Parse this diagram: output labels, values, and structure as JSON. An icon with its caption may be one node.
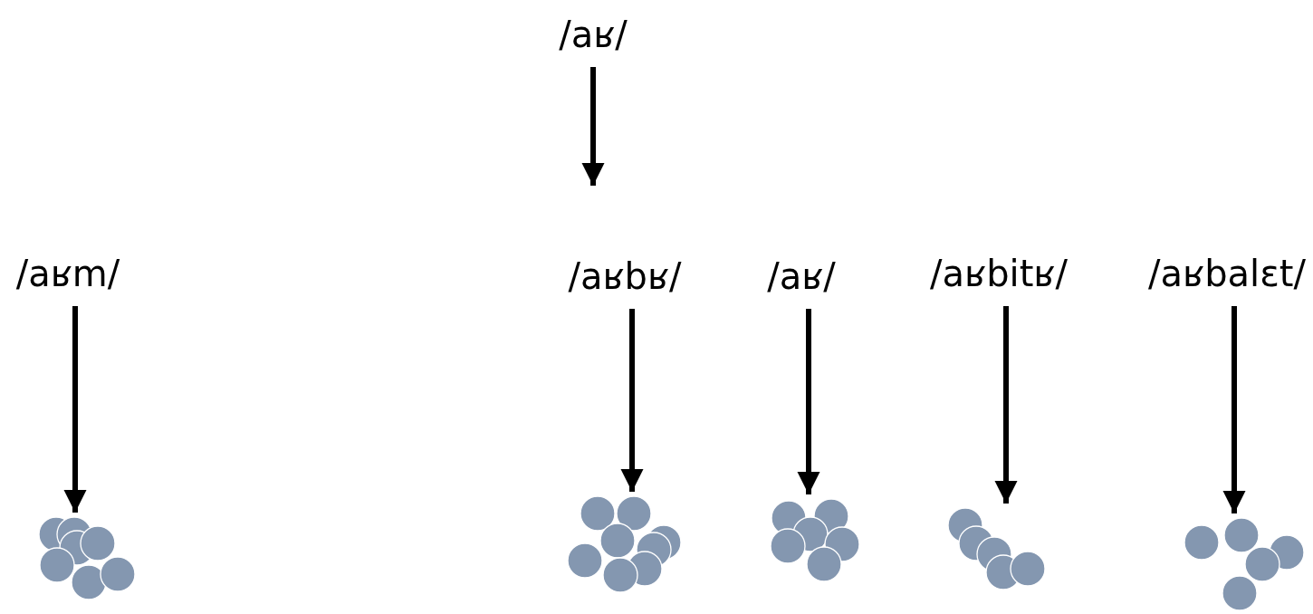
{
  "diagram": {
    "nodes": [
      {
        "text": [
          "/aʁ/"
        ]
      },
      {
        "text": [
          "/aʁm/"
        ]
      },
      {
        "text": [
          "/aʁbʁ/"
        ]
      },
      {
        "text": [
          "/aʁ/"
        ]
      },
      {
        "text": [
          "/aʁbitʁ/"
        ]
      },
      {
        "text": [
          "/aʁbalɛt/"
        ]
      },
      {
        "text": [],
        "shape": "circle"
      },
      {
        "text": [],
        "shape": "circle"
      },
      {
        "text": [],
        "shape": "circle"
      },
      {
        "text": [],
        "shape": "circle"
      },
      {
        "text": [],
        "shape": "circle"
      }
    ],
    "edges": [
      {
        "from": 0,
        "to": null,
        "arrow": "to"
      },
      {
        "from": 1,
        "to": 6,
        "arrow": "to"
      },
      {
        "from": 2,
        "to": 7,
        "arrow": "to"
      },
      {
        "from": 3,
        "to": 8,
        "arrow": "to"
      },
      {
        "from": 4,
        "to": 9,
        "arrow": "to"
      },
      {
        "from": 5,
        "to": 10,
        "arrow": "to"
      }
    ]
  }
}
